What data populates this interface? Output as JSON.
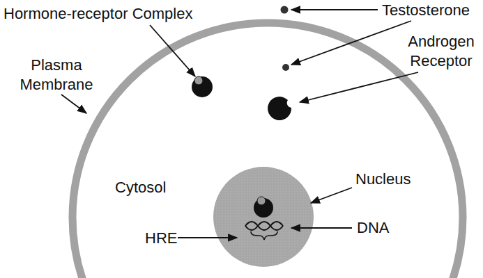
{
  "diagram": {
    "labels": [
      "Testosterone",
      "Hormone-receptor Complex",
      "Androgen Receptor",
      "Plasma Membrane",
      "Cytosol",
      "Nucleus",
      "HRE",
      "DNA"
    ]
  }
}
